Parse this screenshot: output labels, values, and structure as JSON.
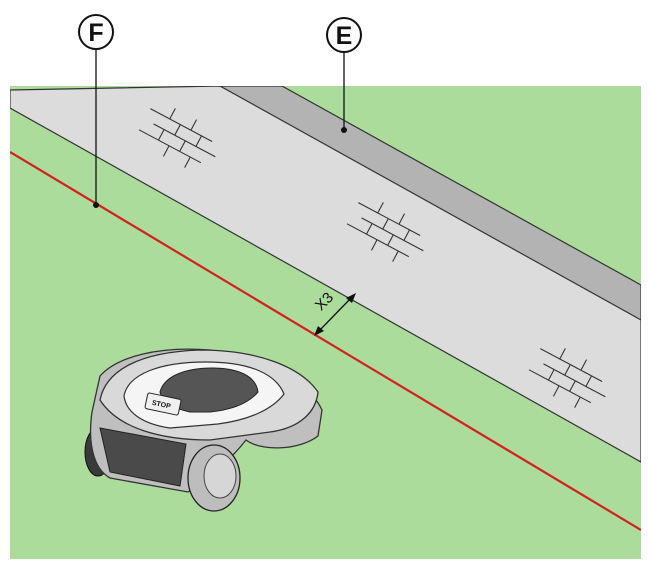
{
  "callouts": {
    "e": "E",
    "f": "F"
  },
  "dimension": {
    "label": "X3"
  },
  "mower": {
    "stop_label": "STOP"
  },
  "colors": {
    "grass": "#acdc9b",
    "path": "#dcdcdc",
    "curb": "#b3b3b3",
    "boundary_wire": "#d42020",
    "outline": "#333333"
  }
}
